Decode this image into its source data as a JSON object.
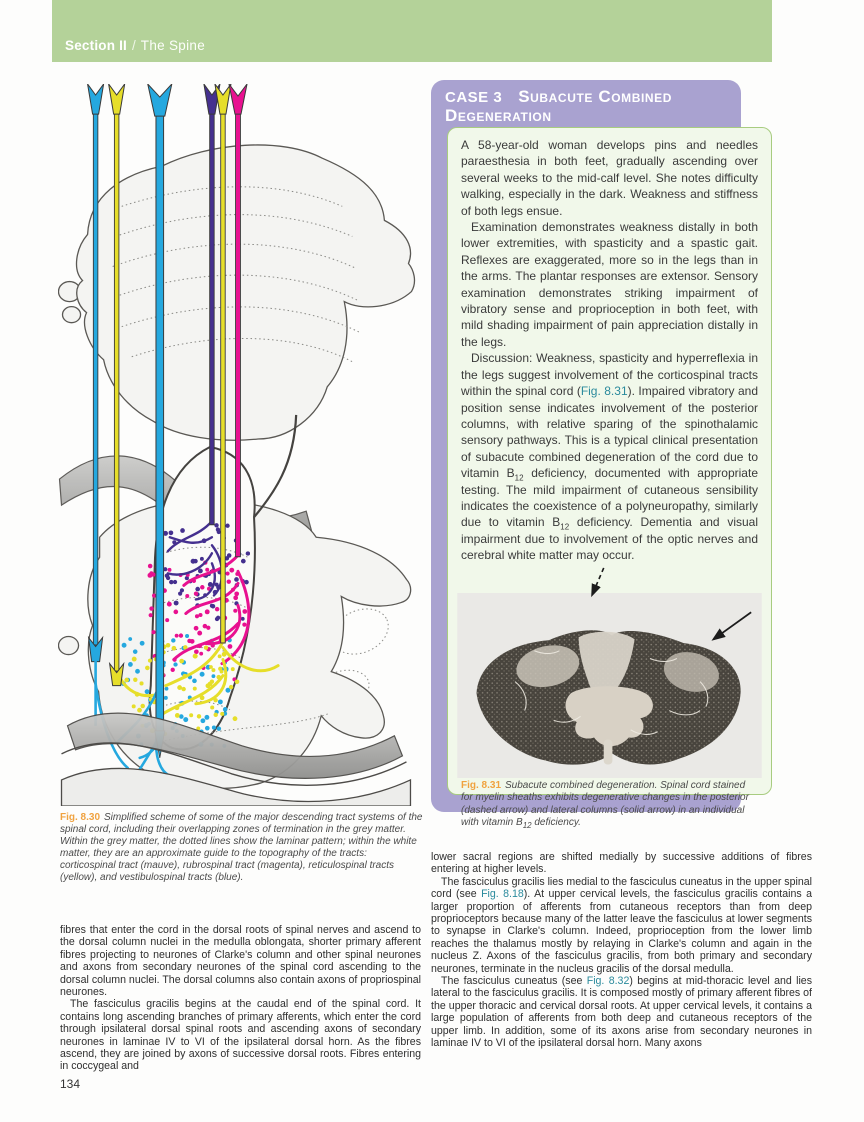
{
  "header": {
    "section_label": "Section II",
    "separator": "/",
    "section_title": "The Spine"
  },
  "page_number": "134",
  "colors": {
    "header_green": "#b4d299",
    "case_purple": "#a9a2d0",
    "case_box_bg": "#f1f8ea",
    "case_box_border": "#a8cc80",
    "figure_label_orange": "#f0a23f",
    "figure_ref_teal": "#2a8a9c"
  },
  "fig_830": {
    "label": "Fig. 8.30",
    "caption": "Simplified scheme of some of the major descending tract systems of the spinal cord, including their overlapping zones of termination in the grey matter. Within the grey matter, the dotted lines show the laminar pattern; within the white matter, they are an approximate guide to the topography of the tracts: corticospinal tract (mauve), rubrospinal tract (magenta), reticulospinal tracts (yellow), and vestibulospinal tracts (blue).",
    "tract_colors": {
      "corticospinal_mauve": "#45308f",
      "rubrospinal_magenta": "#e81190",
      "reticulospinal_yellow": "#e6de2a",
      "vestibulospinal_blue": "#25a8df"
    }
  },
  "case_box": {
    "label": "CASE 3",
    "title": "Subacute Combined Degeneration",
    "paragraph1": "A 58-year-old woman develops pins and needles paraesthesia in both feet, gradually ascending over several weeks to the mid-calf level. She notes difficulty walking, especially in the dark. Weakness and stiffness of both legs ensue.",
    "paragraph2": "Examination demonstrates weakness distally in both lower extremities, with spasticity and a spastic gait. Reflexes are exaggerated, more so in the legs than in the arms. The plantar responses are extensor. Sensory examination demonstrates striking impairment of vibratory sense and proprioception in both feet, with mild shading impairment of pain appreciation distally in the legs.",
    "paragraph3": {
      "t1": "Discussion: Weakness, spasticity and hyperreflexia in the legs suggest involvement of the corticospinal tracts within the spinal cord (",
      "figref": "Fig. 8.31",
      "t2": "). Impaired vibratory and position sense indicates involvement of the posterior columns, with relative sparing of the spinothalamic sensory pathways. This is a typical clinical presentation of subacute combined degeneration of the cord due to vitamin B",
      "sub1": "12",
      "t3": " deficiency, documented with appropriate testing. The mild impairment of cutaneous sensibility indicates the coexistence of a polyneuropathy, similarly due to vitamin B",
      "sub2": "12",
      "t4": " deficiency. Dementia and visual impairment due to involvement of the optic nerves and cerebral white matter may occur."
    }
  },
  "fig_831": {
    "label": "Fig. 8.31",
    "caption": {
      "t1": "Subacute combined degeneration. Spinal cord stained for myelin sheaths exhibits degenerative changes in the posterior (dashed arrow) and lateral columns (solid arrow) in an individual with vitamin B",
      "sub": "12",
      "t2": " deficiency."
    }
  },
  "left_column": {
    "paragraph1": "fibres that enter the cord in the dorsal roots of spinal nerves and ascend to the dorsal column nuclei in the medulla oblongata, shorter primary afferent fibres projecting to neurones of Clarke's column and other spinal neurones and axons from secondary neurones of the spinal cord ascending to the dorsal column nuclei. The dorsal columns also contain axons of propriospinal neurones.",
    "paragraph2": "The fasciculus gracilis begins at the caudal end of the spinal cord. It contains long ascending branches of primary afferents, which enter the cord through ipsilateral dorsal spinal roots and ascending axons of secondary neurones in laminae IV to VI of the ipsilateral dorsal horn. As the fibres ascend, they are joined by axons of successive dorsal roots. Fibres entering in coccygeal and"
  },
  "right_column": {
    "paragraph1": "lower sacral regions are shifted medially by successive additions of fibres entering at higher levels.",
    "paragraph2": {
      "t1": "The fasciculus gracilis lies medial to the fasciculus cuneatus in the upper spinal cord (see ",
      "figref": "Fig. 8.18",
      "t2": "). At upper cervical levels, the fasciculus gracilis contains a larger proportion of afferents from cutaneous receptors than from deep proprioceptors because many of the latter leave the fasciculus at lower segments to synapse in Clarke's column. Indeed, proprioception from the lower limb reaches the thalamus mostly by relaying in Clarke's column and again in the nucleus Z. Axons of the fasciculus gracilis, from both primary and secondary neurones, terminate in the nucleus gracilis of the dorsal medulla."
    },
    "paragraph3": {
      "t1": "The fasciculus cuneatus (see ",
      "figref": "Fig. 8.32",
      "t2": ") begins at mid-thoracic level and lies lateral to the fasciculus gracilis. It is composed mostly of primary afferent fibres of the upper thoracic and cervical dorsal roots. At upper cervical levels, it contains a large population of afferents from both deep and cutaneous receptors of the upper limb. In addition, some of its axons arise from secondary neurones in laminae IV to VI of the ipsilateral dorsal horn. Many axons"
    }
  }
}
